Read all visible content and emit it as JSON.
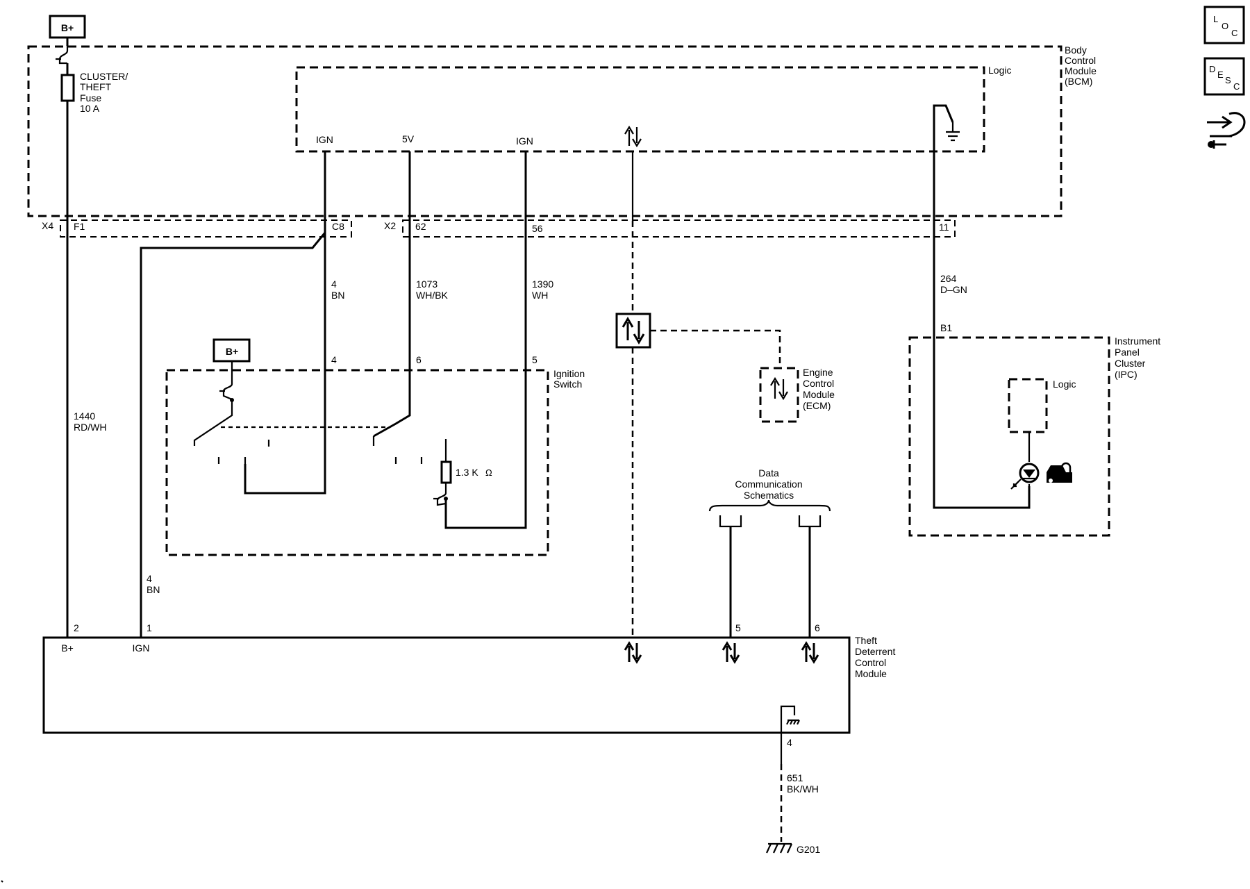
{
  "power_sources": {
    "top_label": "B+",
    "ignition_label": "B+"
  },
  "body_control_module": {
    "name_lines": [
      "Body",
      "Control",
      "Module",
      "(BCM)"
    ],
    "logic_label": "Logic",
    "pins_inner": {
      "ign_left": "IGN",
      "five_v": "5V",
      "ign_right": "IGN"
    },
    "connectors": {
      "x4": "X4",
      "f1": "F1",
      "c8": "C8",
      "x2": "X2",
      "p62": "62",
      "p56": "56",
      "p11": "11"
    }
  },
  "fuse": {
    "name_lines": [
      "CLUSTER/",
      "THEFT",
      "Fuse",
      "10 A"
    ]
  },
  "wires": {
    "w4_bn_top": {
      "circuit": "4",
      "color": "BN"
    },
    "w1073": {
      "circuit": "1073",
      "color": "WH/BK"
    },
    "w1390": {
      "circuit": "1390",
      "color": "WH"
    },
    "w264": {
      "circuit": "264",
      "color": "D–GN"
    },
    "w1440": {
      "circuit": "1440",
      "color": "RD/WH"
    },
    "w4_bn_bottom": {
      "circuit": "4",
      "color": "BN"
    },
    "w651": {
      "circuit": "651",
      "color": "BK/WH"
    }
  },
  "ignition_switch": {
    "name_lines": [
      "Ignition",
      "Switch"
    ],
    "pins": {
      "p4": "4",
      "p6": "6",
      "p5": "5"
    },
    "resistor_label": "1.3 K",
    "resistor_unit": "Ω"
  },
  "engine_control_module": {
    "name_lines": [
      "Engine",
      "Control",
      "Module",
      "(ECM)"
    ]
  },
  "instrument_panel_cluster": {
    "name_lines": [
      "Instrument",
      "Panel",
      "Cluster",
      "(IPC)"
    ],
    "pin": "B1",
    "logic_label": "Logic"
  },
  "data_communication": {
    "title_lines": [
      "Data",
      "Communication",
      "Schematics"
    ]
  },
  "theft_deterrent_module": {
    "name_lines": [
      "Theft",
      "Deterrent",
      "Control",
      "Module"
    ],
    "pins": {
      "p2": "2",
      "p1": "1",
      "p5": "5",
      "p6": "6",
      "p4": "4"
    },
    "pin_labels": {
      "bplus": "B+",
      "ign": "IGN"
    }
  },
  "ground": {
    "label": "G201"
  },
  "side_icons": [
    {
      "name": "loc-icon",
      "letters": [
        "L",
        "O",
        "C"
      ]
    },
    {
      "name": "desc-icon",
      "letters": [
        "D",
        "E",
        "S",
        "C"
      ]
    },
    {
      "name": "connector-tool-icon"
    }
  ]
}
